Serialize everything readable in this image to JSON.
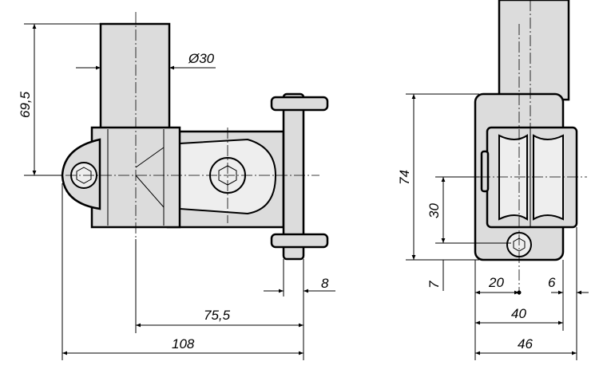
{
  "dimensions": {
    "diameter": "Ø30",
    "height_left": "69,5",
    "flange_thickness": "8",
    "tube_to_flange": "75,5",
    "total_length": "108",
    "height_right": "74",
    "axis_offset": "30",
    "bottom_offset": "7",
    "width_20": "20",
    "width_6": "6",
    "width_40": "40",
    "total_width": "46"
  }
}
